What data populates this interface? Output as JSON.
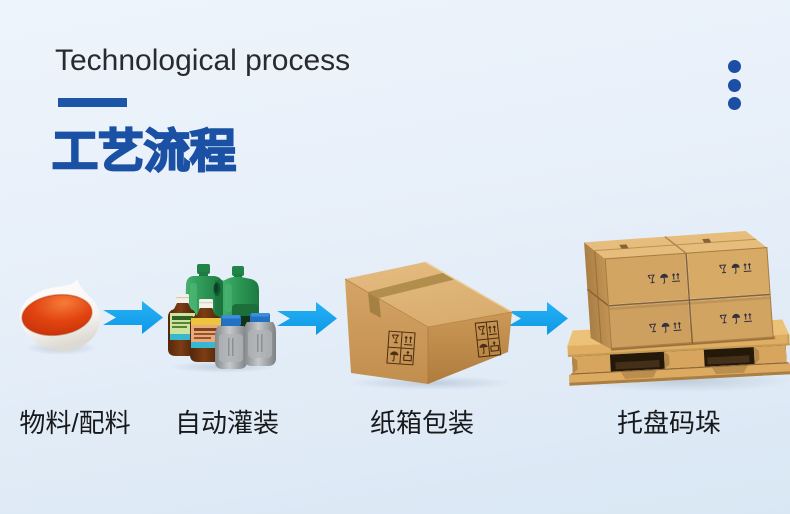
{
  "header": {
    "title_en": "Technological process",
    "title_zh": "工艺流程"
  },
  "steps": [
    {
      "label": "物料/配料",
      "illustration": "ingredient-bowl"
    },
    {
      "label": "自动灌装",
      "illustration": "filled-bottles"
    },
    {
      "label": "纸箱包装",
      "illustration": "carton-box"
    },
    {
      "label": "托盘码垛",
      "illustration": "palletized-boxes"
    }
  ],
  "colors": {
    "accent_blue": "#1b51a5",
    "arrow_blue": "#19a7f0",
    "background_top": "#eef4fb",
    "background_bottom": "#d9e7f4"
  }
}
